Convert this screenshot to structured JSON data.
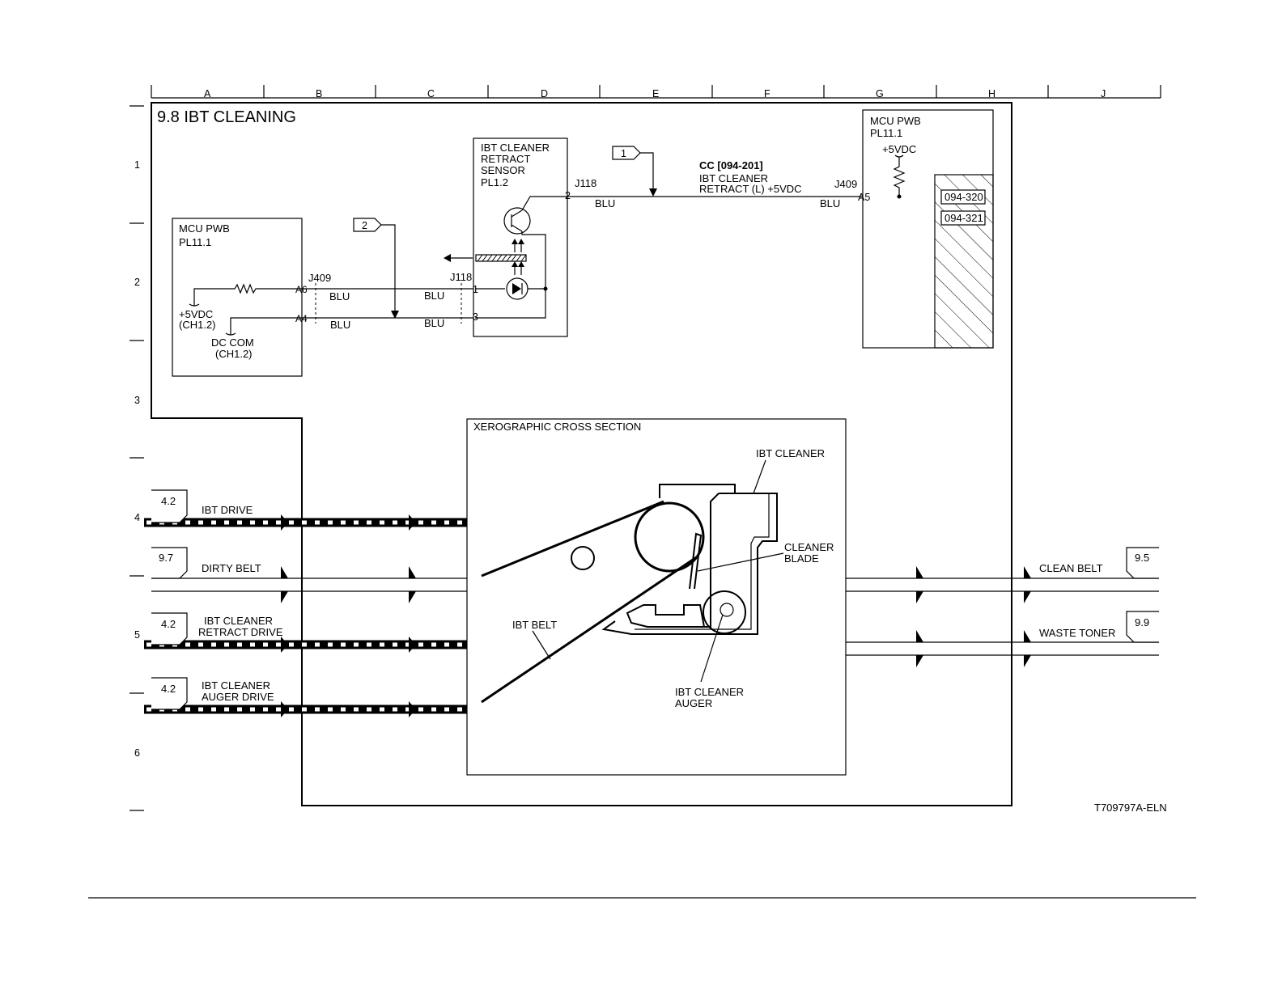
{
  "title": "9.8 IBT CLEANING",
  "grid_columns": [
    "A",
    "B",
    "C",
    "D",
    "E",
    "F",
    "G",
    "H",
    "J"
  ],
  "grid_rows": [
    "1",
    "2",
    "3",
    "4",
    "5",
    "6"
  ],
  "left_mcu": {
    "title": "MCU PWB",
    "ref": "PL11.1",
    "connector": "J409",
    "pin_a6": "A6",
    "pin_a4": "A4",
    "plus5_label": "+5VDC",
    "plus5_ref": "(CH1.2)",
    "dccom_label": "DC COM",
    "dccom_ref": "(CH1.2)"
  },
  "wires": {
    "blu": "BLU"
  },
  "sensor": {
    "line1": "IBT CLEANER",
    "line2": "RETRACT",
    "line3": "SENSOR",
    "ref": "PL1.2",
    "connector_left": "J118",
    "connector_right": "J118",
    "pin1": "1",
    "pin2": "2",
    "pin3": "3"
  },
  "flags": {
    "flag1": "1",
    "flag2": "2"
  },
  "cc": {
    "code": "CC [094-201]",
    "line1": "IBT CLEANER",
    "line2": "RETRACT (L) +5VDC"
  },
  "right_mcu": {
    "title": "MCU PWB",
    "ref": "PL11.1",
    "supply": "+5VDC",
    "connector": "J409",
    "pin": "A5",
    "code1": "094-320",
    "code2": "094-321"
  },
  "cross_section": {
    "title": "XEROGRAPHIC CROSS SECTION",
    "ibt_cleaner": "IBT CLEANER",
    "cleaner_blade_1": "CLEANER",
    "cleaner_blade_2": "BLADE",
    "ibt_belt": "IBT BELT",
    "auger_1": "IBT CLEANER",
    "auger_2": "AUGER"
  },
  "inputs": [
    {
      "ref": "4.2",
      "label1": "IBT DRIVE",
      "label2": ""
    },
    {
      "ref": "9.7",
      "label1": "DIRTY BELT",
      "label2": ""
    },
    {
      "ref": "4.2",
      "label1": "IBT CLEANER",
      "label2": "RETRACT DRIVE"
    },
    {
      "ref": "4.2",
      "label1": "IBT CLEANER",
      "label2": "AUGER DRIVE"
    }
  ],
  "outputs": [
    {
      "ref": "9.5",
      "label": "CLEAN BELT"
    },
    {
      "ref": "9.9",
      "label": "WASTE TONER"
    }
  ],
  "figure_id": "T709797A-ELN"
}
